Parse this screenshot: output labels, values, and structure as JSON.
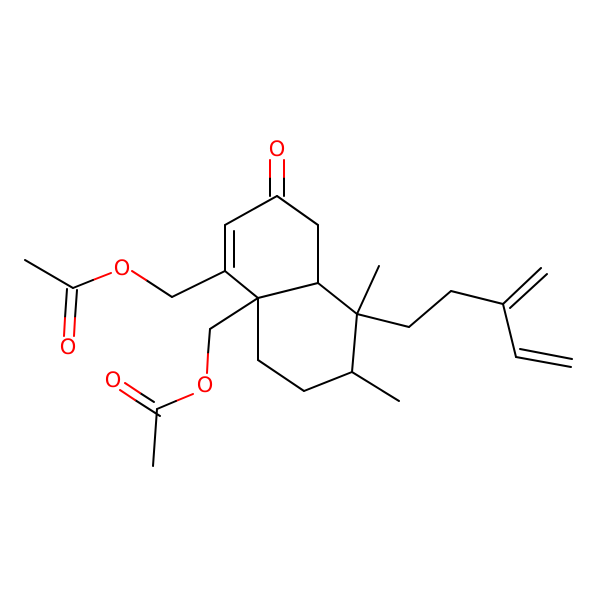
{
  "structure": {
    "colors": {
      "bond": "#000000",
      "oxygen": "#ff0000"
    },
    "atom_labels": [
      {
        "id": "O_ketone",
        "text": "O"
      },
      {
        "id": "O_ester1",
        "text": "O"
      },
      {
        "id": "O_carbonyl1",
        "text": "O"
      },
      {
        "id": "O_ester2",
        "text": "O"
      },
      {
        "id": "O_carbonyl2",
        "text": "O"
      }
    ]
  }
}
